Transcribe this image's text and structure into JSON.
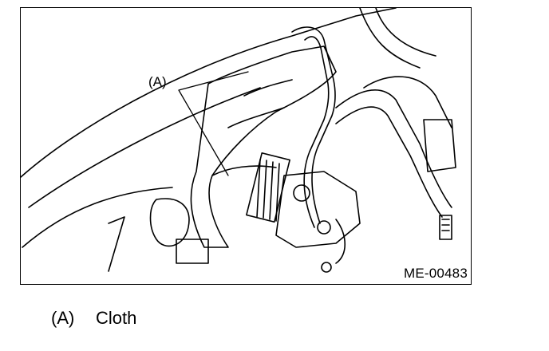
{
  "figure": {
    "code": "ME-00483",
    "callout": "(A)"
  },
  "legend": [
    {
      "key": "(A)",
      "label": "Cloth"
    }
  ]
}
